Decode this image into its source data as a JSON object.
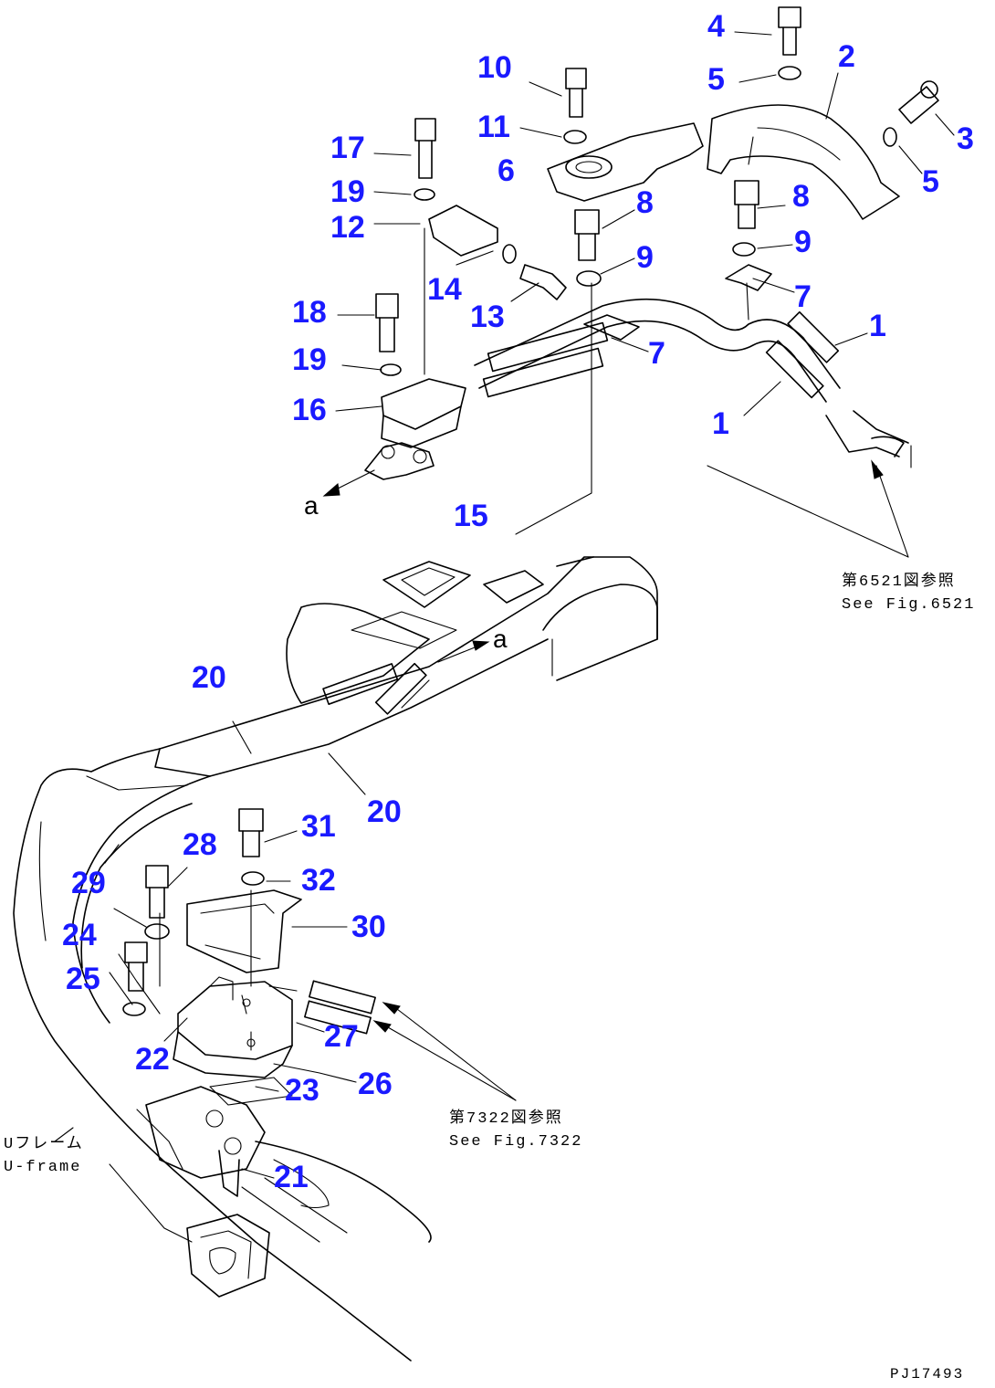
{
  "drawing_code": "PJ17493",
  "callouts": [
    "1",
    "1",
    "2",
    "3",
    "4",
    "5",
    "5",
    "6",
    "7",
    "7",
    "8",
    "8",
    "9",
    "9",
    "10",
    "11",
    "12",
    "13",
    "14",
    "15",
    "16",
    "17",
    "18",
    "19",
    "19",
    "20",
    "20",
    "21",
    "22",
    "23",
    "24",
    "25",
    "26",
    "27",
    "28",
    "29",
    "30",
    "31",
    "32"
  ],
  "letters": [
    "a",
    "a"
  ],
  "references": [
    {
      "jp": "第6521図参照",
      "en": "See Fig.6521"
    },
    {
      "jp": "第7322図参照",
      "en": "See Fig.7322"
    }
  ],
  "frame_label": {
    "jp": "Uフレーム",
    "en": "U-frame"
  },
  "colors": {
    "callout": "#1a1aff",
    "line": "#000000",
    "background": "#ffffff"
  }
}
